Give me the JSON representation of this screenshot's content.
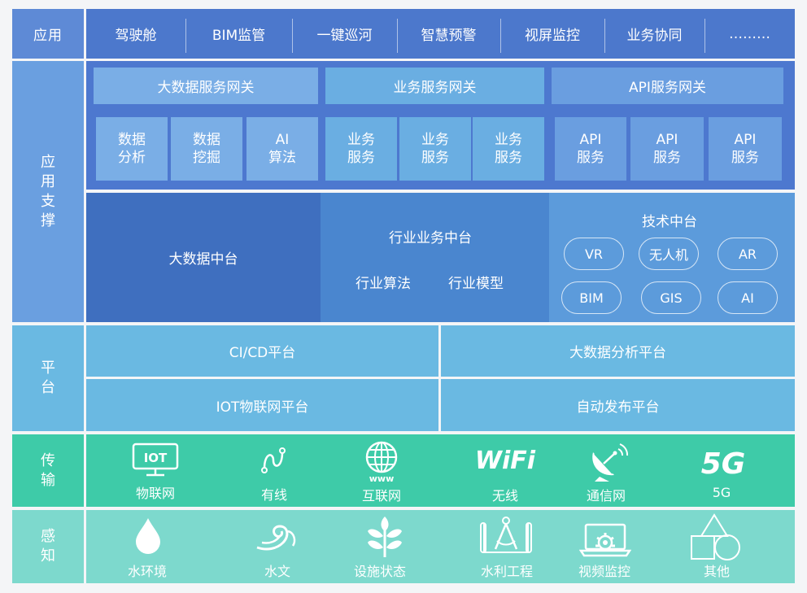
{
  "rows": {
    "app": "应用",
    "support": [
      "应",
      "用",
      "支",
      "撑"
    ],
    "platform": [
      "平",
      "台"
    ],
    "transmit": [
      "传",
      "输"
    ],
    "sense": [
      "感",
      "知"
    ]
  },
  "app_items": [
    "驾驶舱",
    "BIM监管",
    "一键巡河",
    "智慧预警",
    "视屏监控",
    "业务协同",
    "………"
  ],
  "gateways": {
    "bigdata": "大数据服务网关",
    "business": "业务服务网关",
    "api": "API服务网关"
  },
  "services": {
    "bigdata": [
      [
        "数据",
        "分析"
      ],
      [
        "数据",
        "挖掘"
      ],
      [
        "AI",
        "算法"
      ]
    ],
    "business": [
      [
        "业务",
        "服务"
      ],
      [
        "业务",
        "服务"
      ],
      [
        "业务",
        "服务"
      ]
    ],
    "api": [
      [
        "API",
        "服务"
      ],
      [
        "API",
        "服务"
      ],
      [
        "API",
        "服务"
      ]
    ]
  },
  "middle": {
    "bigdata": "大数据中台",
    "industry_title": "行业业务中台",
    "industry_items": [
      "行业算法",
      "行业模型"
    ],
    "tech_title": "技术中台",
    "tech_items": [
      "VR",
      "无人机",
      "AR",
      "BIM",
      "GIS",
      "AI"
    ]
  },
  "platforms": [
    "CI/CD平台",
    "大数据分析平台",
    "IOT物联网平台",
    "自动发布平台"
  ],
  "transmit_items": [
    {
      "label": "物联网",
      "icon": "iot-icon",
      "icon_text": "IOT"
    },
    {
      "label": "有线",
      "icon": "wired-cable-icon"
    },
    {
      "label": "互联网",
      "icon": "globe-www-icon",
      "icon_text": "www"
    },
    {
      "label": "无线",
      "icon": "wifi-icon",
      "icon_text": "WiFi"
    },
    {
      "label": "通信网",
      "icon": "satellite-dish-icon"
    },
    {
      "label": "5G",
      "icon": "5g-icon",
      "icon_text": "5G"
    }
  ],
  "sense_items": [
    {
      "label": "水环境",
      "icon": "water-drop-icon"
    },
    {
      "label": "水文",
      "icon": "wave-icon"
    },
    {
      "label": "设施状态",
      "icon": "plant-icon"
    },
    {
      "label": "水利工程",
      "icon": "blueprint-compass-icon"
    },
    {
      "label": "视频监控",
      "icon": "laptop-gear-icon"
    },
    {
      "label": "其他",
      "icon": "shapes-icon"
    }
  ],
  "colors": {
    "app_bg": "#4c78cc",
    "label_app": "#5e8ad6",
    "support_bg": "#4d78cf",
    "support_label": "#6a9fe0",
    "bigdata_middle": "#3f6fbf",
    "industry_middle": "#4a86cf",
    "tech_middle": "#5c9bdb",
    "platform_bg": "#6ab9e2",
    "transmit_bg": "#3ecba8",
    "sense_bg": "#7dd9cd"
  }
}
